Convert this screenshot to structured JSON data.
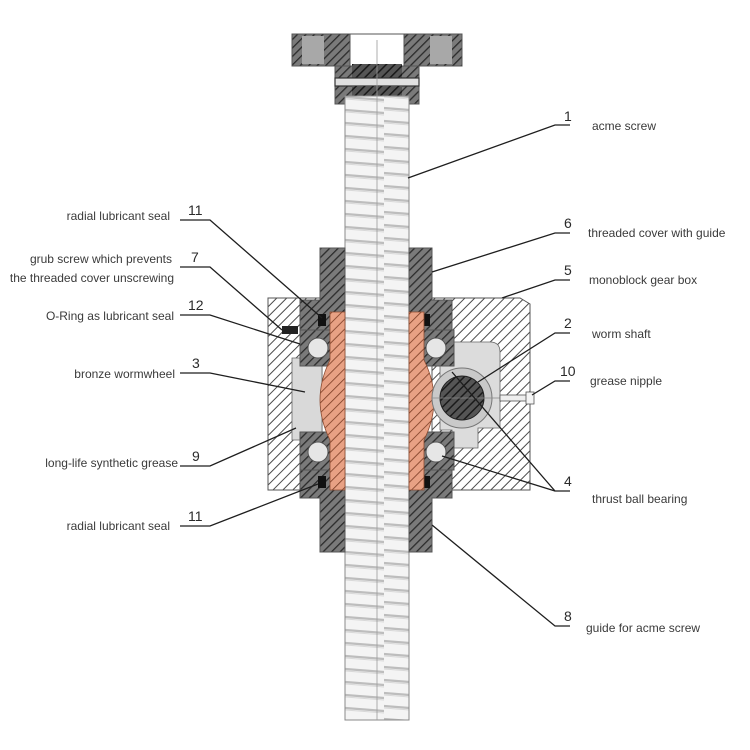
{
  "diagram": {
    "title": "Worm gear screw jack cross-section",
    "colors": {
      "bronze": "#e8a184",
      "hatch_dark": "#6b6b6b",
      "hatch_light": "#d9d9d9",
      "grease": "#d6d6d6",
      "screw": "#f2f2f2",
      "leader": "#1e1e1e",
      "text": "#3a3a3a"
    },
    "callouts": [
      {
        "number": "1",
        "label": "acme screw",
        "side": "right"
      },
      {
        "number": "6",
        "label": "threaded cover with guide",
        "side": "right"
      },
      {
        "number": "5",
        "label": "monoblock gear box",
        "side": "right"
      },
      {
        "number": "2",
        "label": "worm shaft",
        "side": "right"
      },
      {
        "number": "10",
        "label": "grease nipple",
        "side": "right"
      },
      {
        "number": "4",
        "label": "thrust ball bearing",
        "side": "right"
      },
      {
        "number": "8",
        "label": "guide for acme screw",
        "side": "right"
      },
      {
        "number": "11",
        "label": "radial lubricant seal",
        "side": "left"
      },
      {
        "number": "7",
        "label": "grub screw which prevents",
        "label_line2": "the threaded cover unscrewing",
        "side": "left"
      },
      {
        "number": "12",
        "label": "O-Ring as lubricant seal",
        "side": "left"
      },
      {
        "number": "3",
        "label": "bronze wormwheel",
        "side": "left"
      },
      {
        "number": "9",
        "label": "long-life synthetic grease",
        "side": "left"
      },
      {
        "number": "11",
        "label": "radial lubricant seal",
        "side": "left"
      }
    ]
  }
}
